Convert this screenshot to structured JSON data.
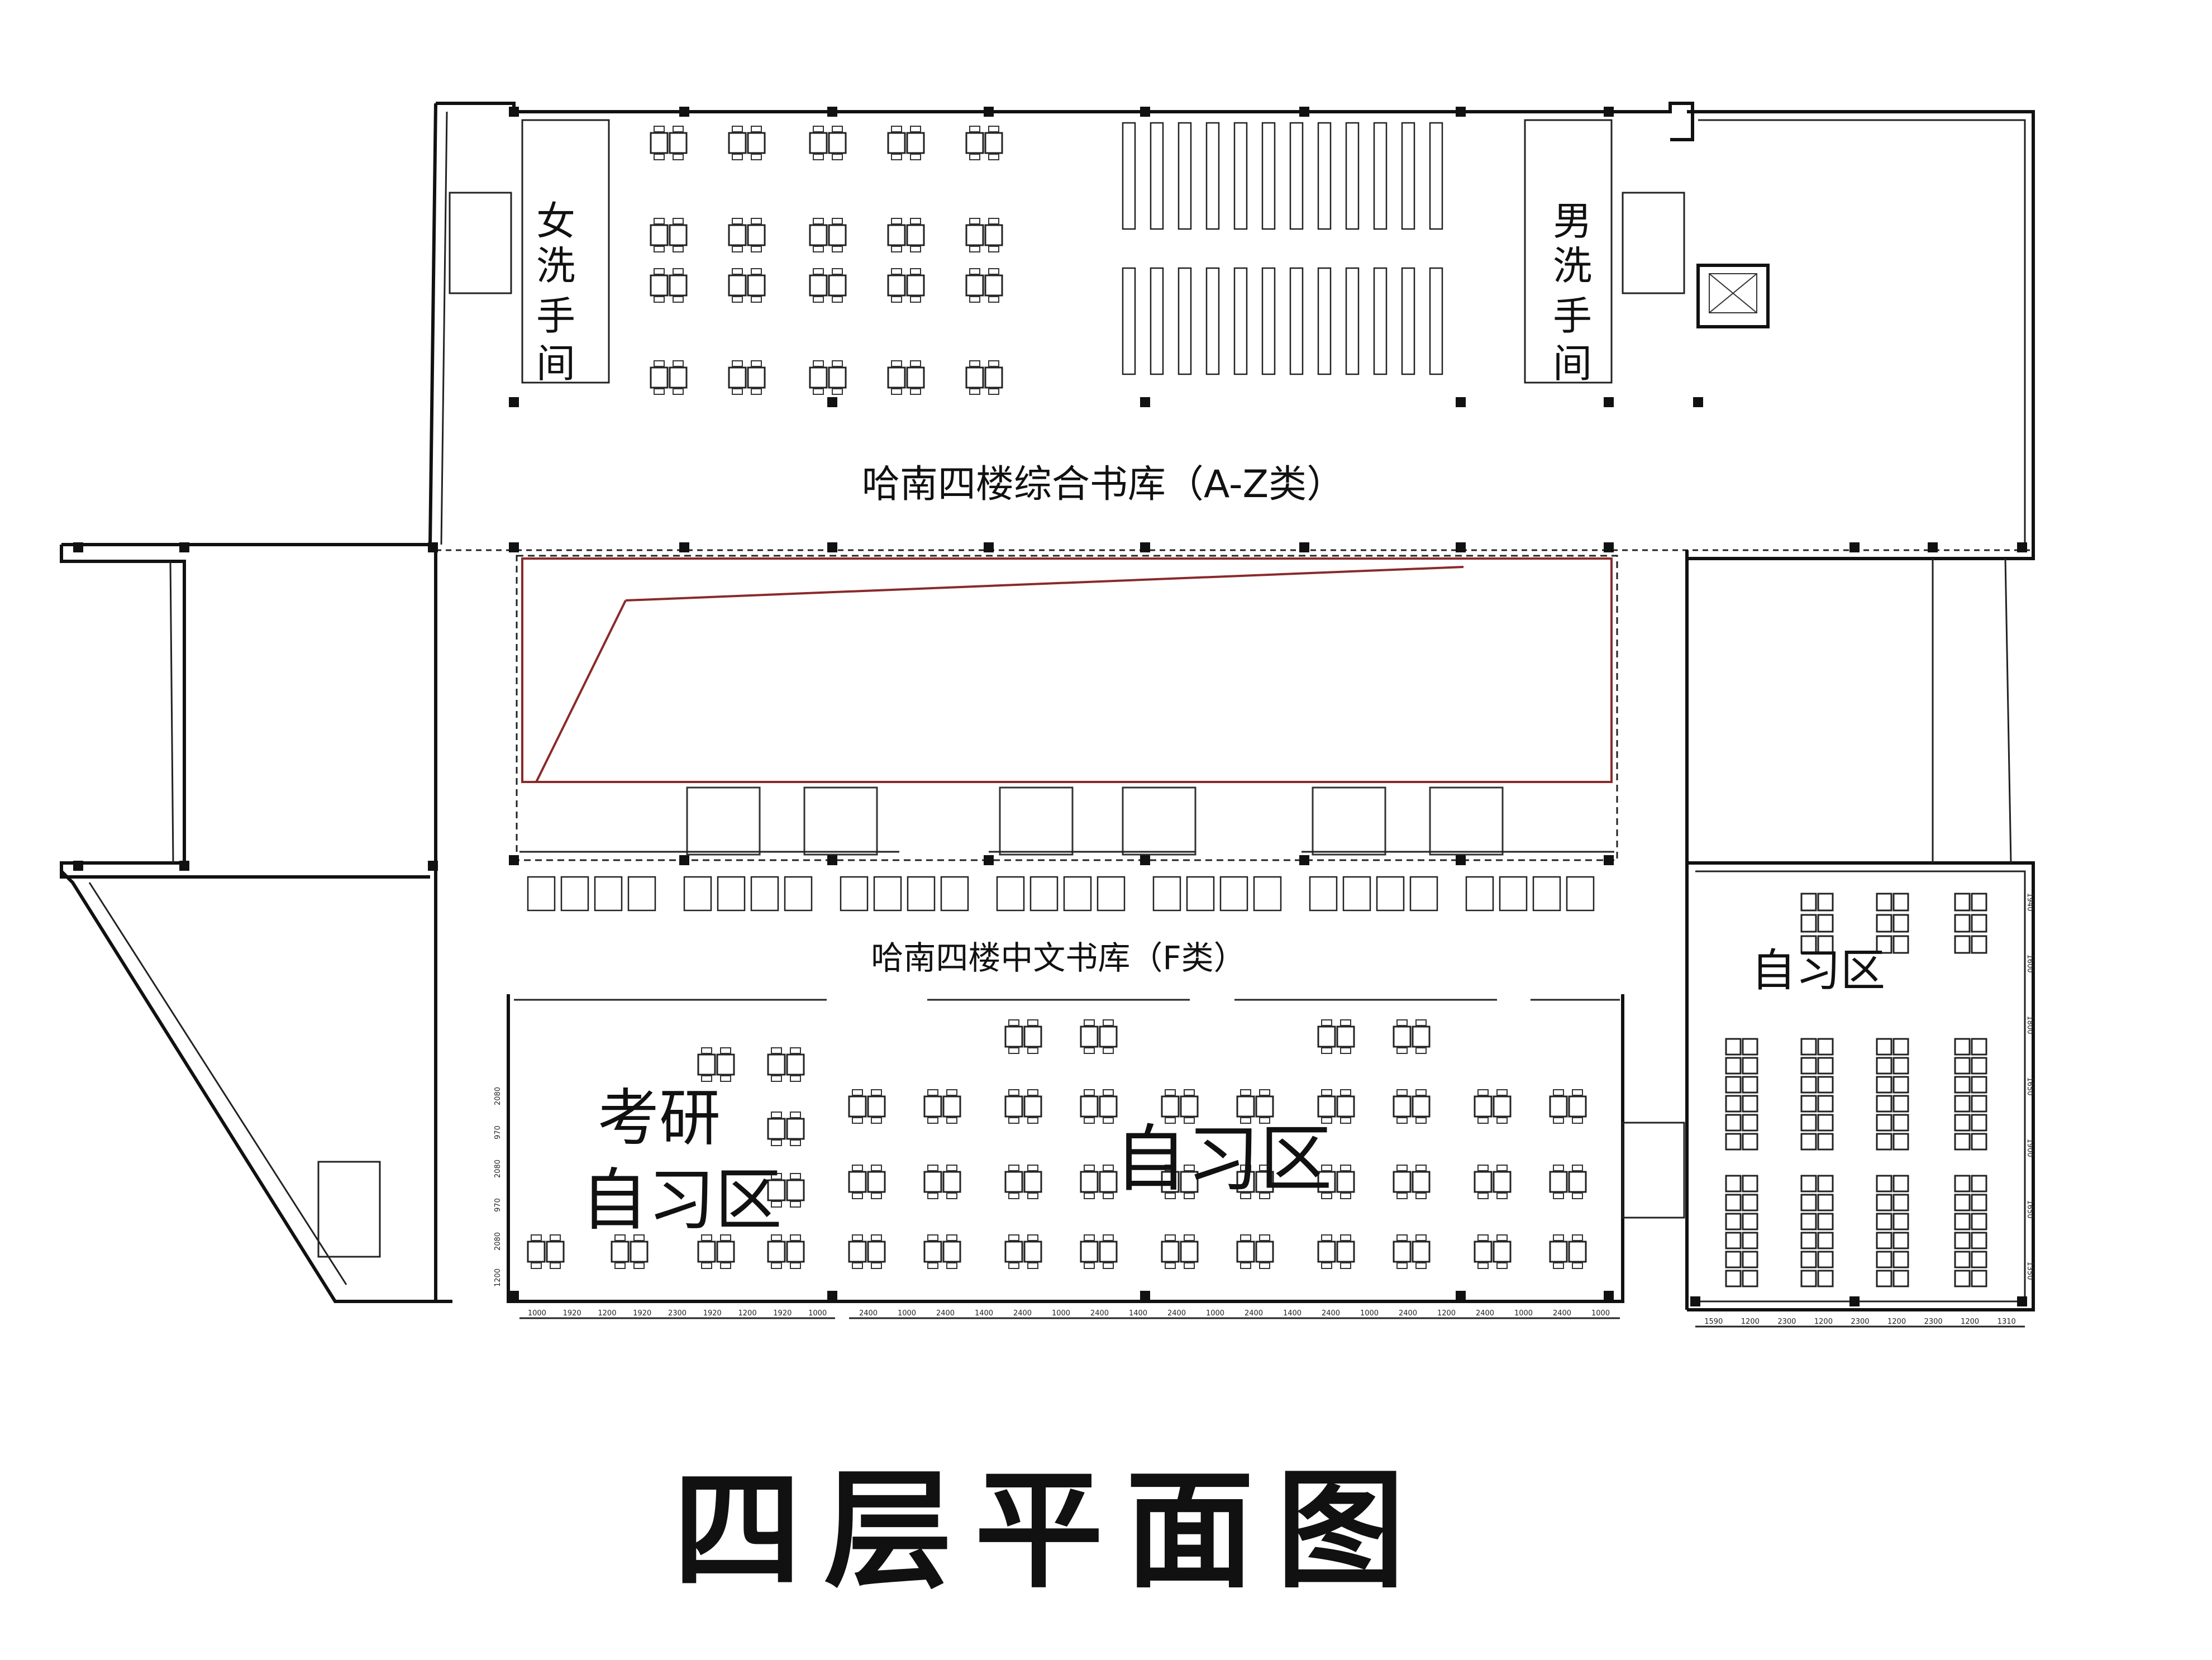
{
  "title": "四层平面图",
  "rooms": {
    "women_restroom": [
      "女",
      "洗",
      "手",
      "间"
    ],
    "men_restroom": [
      "男",
      "洗",
      "手",
      "间"
    ],
    "general_stacks": "哈南四楼综合书库（A-Z类）",
    "chinese_stacks": "哈南四楼中文书库（F类）",
    "exam_study_line1": "考研",
    "exam_study_line2": "自习区",
    "study_center": "自习区",
    "study_east": "自习区"
  },
  "dimensions": {
    "bottom_left": [
      "1000",
      "1920",
      "1200",
      "1920",
      "2300",
      "1920",
      "1200",
      "1920",
      "1000"
    ],
    "bottom_center": [
      "2400",
      "1000",
      "2400",
      "1400",
      "2400",
      "1000",
      "2400",
      "1400",
      "2400",
      "1000",
      "2400",
      "1400",
      "2400",
      "1000",
      "2400",
      "1200",
      "2400",
      "1000",
      "2400",
      "1000"
    ],
    "bottom_right": [
      "1590",
      "1200",
      "2300",
      "1200",
      "2300",
      "1200",
      "2300",
      "1200",
      "1310"
    ],
    "left_side": [
      "2080",
      "970",
      "2080",
      "970",
      "2080",
      "1200"
    ],
    "right_side": [
      "1940",
      "1600",
      "1800",
      "1650",
      "1900",
      "1650",
      "1350"
    ]
  }
}
